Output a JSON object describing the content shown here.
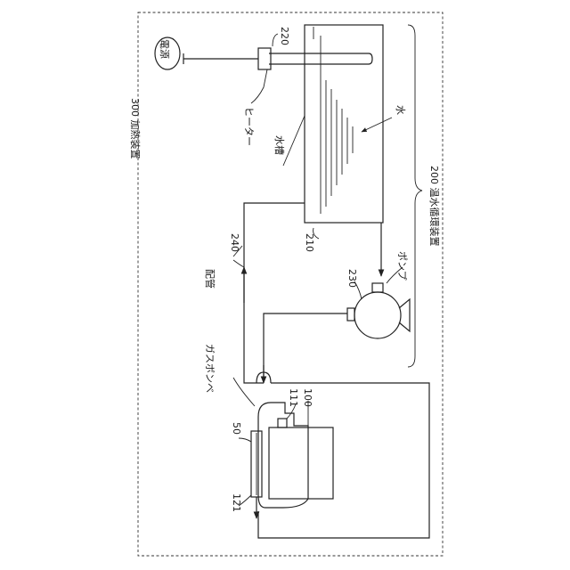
{
  "labels": {
    "heating_device": "300 加熱装置",
    "hot_water_device": "200 温水循環装置",
    "power_source": "電源",
    "heater": "ヒーター",
    "water_tank": "水槽",
    "water": "水",
    "pump": "ポンプ",
    "piping": "配管",
    "gas_cylinder": "ガスボンベ",
    "ref_220": "220",
    "ref_210": "210",
    "ref_240": "240",
    "ref_230": "230",
    "ref_111": "111",
    "ref_100": "100",
    "ref_50": "50",
    "ref_121": "121"
  }
}
